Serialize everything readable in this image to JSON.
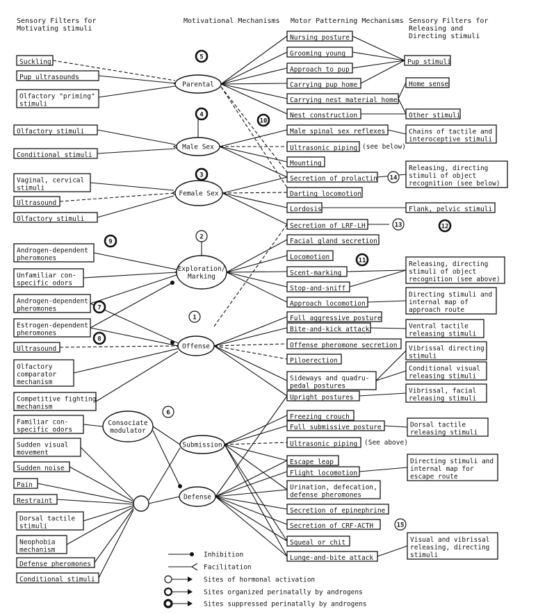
{
  "headers": {
    "sensory_motivating": [
      "Sensory Filters for",
      "Motivating stimuli"
    ],
    "motivational": [
      "Motivational Mechanisms"
    ],
    "motor": [
      "Motor Patterning Mechanisms"
    ],
    "sensory_releasing": [
      "Sensory Filters for",
      "Releasing and",
      "Directing stimuli"
    ]
  },
  "left_boxes": {
    "suckling": [
      "Suckling"
    ],
    "pup_ultrasounds": [
      "Pup ultrasounds"
    ],
    "olfactory_priming": [
      "Olfactory \"priming\"",
      "stimuli"
    ],
    "olfactory_stimuli_1": [
      "Olfactory stimuli"
    ],
    "conditional_stimuli_1": [
      "Conditional stimuli"
    ],
    "vaginal_cervical": [
      "Vaginal, cervical",
      "stimuli"
    ],
    "ultrasound_1": [
      "Ultrasound"
    ],
    "olfactory_stimuli_2": [
      "Olfactory stimuli"
    ],
    "androgen_dep_1": [
      "Androgen-dependent",
      "pheromones"
    ],
    "unfamiliar_odors": [
      "Unfamiliar con-",
      "specific odors"
    ],
    "androgen_dep_2": [
      "Androgen-dependent",
      "pheromones"
    ],
    "estrogen_dep": [
      "Estrogen-dependent",
      "pheromones"
    ],
    "ultrasound_2": [
      "Ultrasound"
    ],
    "olfactory_comparator": [
      "Olfactory",
      "comparator",
      "mechanism"
    ],
    "competitive_fighting": [
      "Competitive fighting",
      "mechanism"
    ],
    "familiar_odors": [
      "Familiar con-",
      "specific odors"
    ],
    "sudden_visual": [
      "Sudden visual",
      "movement"
    ],
    "sudden_noise": [
      "Sudden noise"
    ],
    "pain": [
      "Pain"
    ],
    "restraint": [
      "Restraint"
    ],
    "dorsal_tactile_left": [
      "Dorsal tactile",
      "stimuli"
    ],
    "neophobia": [
      "Neophobia",
      "mechanism"
    ],
    "defense_pheromones": [
      "Defense pheromones"
    ],
    "conditional_stimuli_2": [
      "Conditional stimuli"
    ]
  },
  "nodes": {
    "parental": [
      "Parental"
    ],
    "male_sex": [
      "Male Sex"
    ],
    "female_sex": [
      "Female Sex"
    ],
    "exploration": [
      "Exploration/",
      "Marking"
    ],
    "offense": [
      "Offense"
    ],
    "consociate": [
      "Consociate",
      "modulator"
    ],
    "submission": [
      "Submission"
    ],
    "defense": [
      "Defense"
    ]
  },
  "motor_boxes": {
    "nursing": [
      "Nursing posture"
    ],
    "grooming": [
      "Grooming young"
    ],
    "approach_pup": [
      "Approach to pup"
    ],
    "carrying_pup": [
      "Carrying pup home"
    ],
    "carrying_nest": [
      "Carrying nest material home"
    ],
    "nest_construction": [
      "Nest construction"
    ],
    "male_spinal": [
      "Male spinal sex reflexes"
    ],
    "ultrasonic_piping_1": [
      "Ultrasonic piping"
    ],
    "mounting": [
      "Mounting"
    ],
    "secretion_prolactin": [
      "Secretion of prolactin"
    ],
    "darting": [
      "Darting locomotion"
    ],
    "lordosis": [
      "Lordosis"
    ],
    "secretion_lrf": [
      "Secretion of LRF-LH"
    ],
    "facial_gland": [
      "Facial gland secretion"
    ],
    "locomotion": [
      "Locomotion"
    ],
    "scent_marking": [
      "Scent-marking"
    ],
    "stop_sniff": [
      "Stop-and-sniff"
    ],
    "approach_locomotion": [
      "Approach locomotion"
    ],
    "full_aggressive": [
      "Full aggressive posture"
    ],
    "bite_kick": [
      "Bite-and-kick attack"
    ],
    "offense_pheromone": [
      "Offense pheromone secretion"
    ],
    "piloerection": [
      "Piloerection"
    ],
    "sideways": [
      "Sideways and quadru-",
      "pedal postures"
    ],
    "upright": [
      "Upright postures"
    ],
    "freezing": [
      "Freezing crouch"
    ],
    "full_submissive": [
      "Full submissive posture"
    ],
    "ultrasonic_piping_2": [
      "Ultrasonic piping"
    ],
    "escape_leap": [
      "Escape leap"
    ],
    "flight_locomotion": [
      "Flight locomotion"
    ],
    "urination": [
      "Urination, defecation,",
      "defense pheromones"
    ],
    "secretion_epinephrine": [
      "Secretion of epinephrine"
    ],
    "secretion_crf": [
      "Secretion of CRF-ACTH"
    ],
    "squeal": [
      "Squeal or chit"
    ],
    "lunge_bite": [
      "Lunge-and-bite attack"
    ]
  },
  "right_boxes": {
    "pup_stimuli": [
      "Pup stimuli"
    ],
    "home_sense": [
      "Home sense"
    ],
    "other_stimuli": [
      "Other stimuli"
    ],
    "chains_tactile": [
      "Chains of tactile and",
      "interoceptive stimuli"
    ],
    "releasing_below": [
      "Releasing, directing",
      "stimuli of object",
      "recognition (see below)"
    ],
    "flank_pelvic": [
      "Flank, pelvic stimuli"
    ],
    "releasing_above": [
      "Releasing, directing",
      "stimuli of object",
      "recognition (see above)"
    ],
    "directing_approach": [
      "Directing stimuli and",
      "internal map of",
      "approach route"
    ],
    "ventral_tactile": [
      "Ventral tactile",
      "releasing stimuli"
    ],
    "vibrissal_directing": [
      "Vibrissal directing",
      "stimuli"
    ],
    "conditional_visual": [
      "Conditional visual",
      "releasing stimuli"
    ],
    "vibrissal_facial": [
      "Vibrissal, facial",
      "releasing stimuli"
    ],
    "dorsal_tactile_right": [
      "Dorsal tactile",
      "releasing stimuli"
    ],
    "directing_escape": [
      "Directing stimuli and",
      "internal map for",
      "escape route"
    ],
    "visual_vibrissal": [
      "Visual and vibrissal",
      "releasing, directing",
      "stimuli"
    ]
  },
  "notes": {
    "see_below": "(see below)",
    "see_above": "(See above)"
  },
  "markers": [
    "1",
    "2",
    "3",
    "4",
    "5",
    "6",
    "7",
    "8",
    "9",
    "10",
    "11",
    "12",
    "13",
    "14",
    "15"
  ],
  "legend": {
    "inhibition": "Inhibition",
    "facilitation": "Facilitation",
    "hormonal": "Sites of hormonal activation",
    "organized": "Sites organized perinatally by androgens",
    "suppressed": "Sites suppressed perinatally by androgens"
  }
}
